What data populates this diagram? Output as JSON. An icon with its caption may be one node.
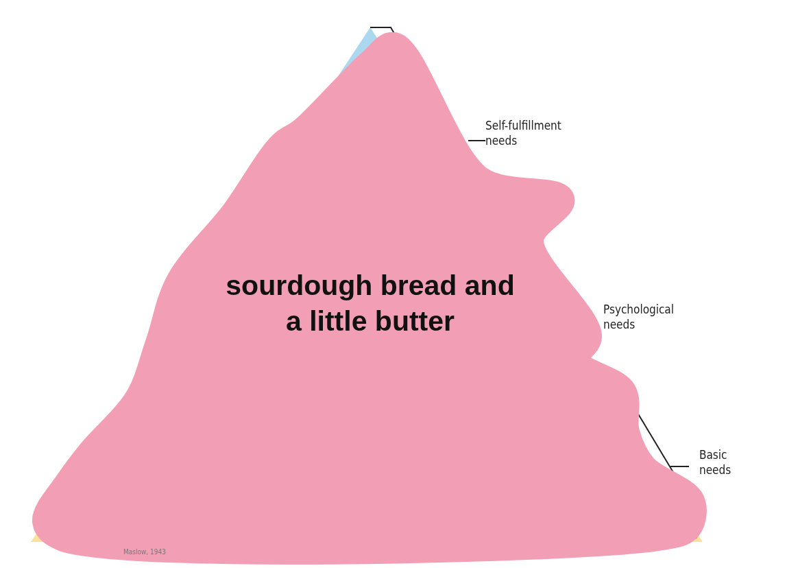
{
  "diagram": {
    "nodes": [
      {
        "text": [
          "sourdough bread and a little butter"
        ]
      }
    ],
    "labels": [
      "Self-fulfillment needs",
      "Psychological needs",
      "Basic needs",
      "Maslow, 1943"
    ]
  }
}
